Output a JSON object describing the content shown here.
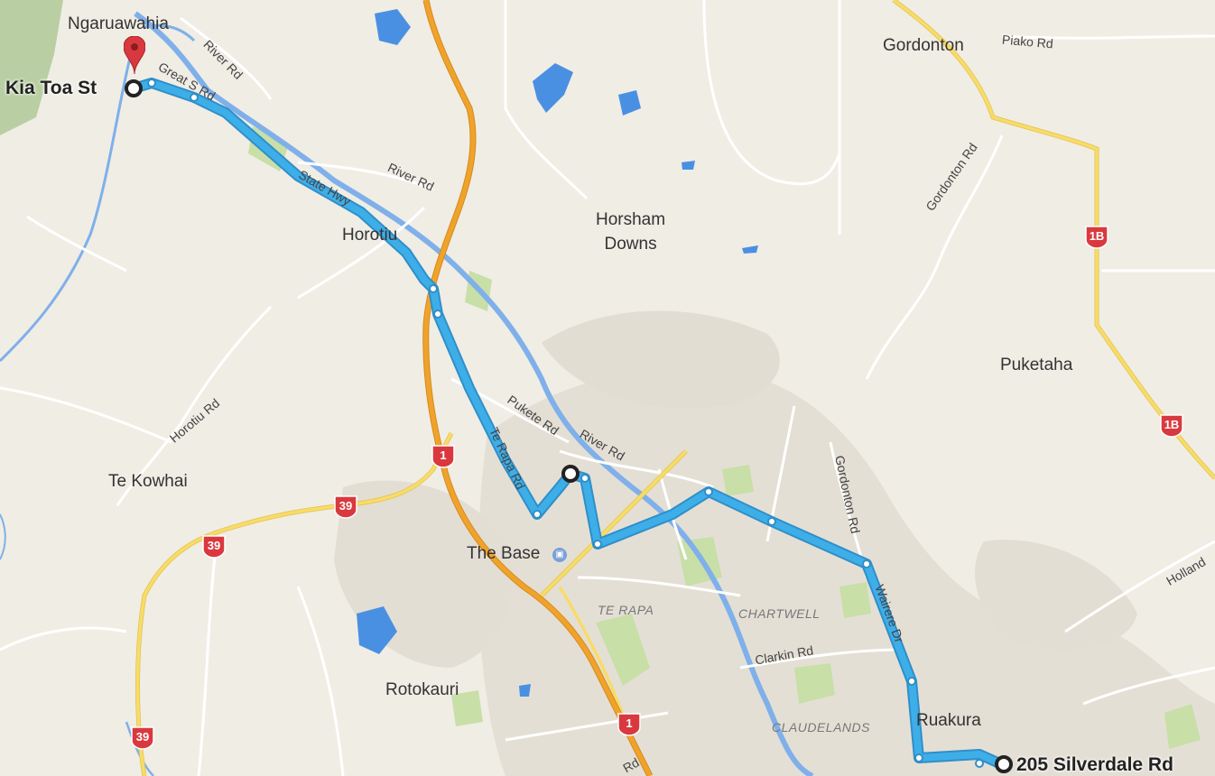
{
  "colors": {
    "land": "#f0ede5",
    "urban": "#e2ddd3",
    "park": "#c8dfa8",
    "water": "#4a90e2",
    "river": "#7fb0ea",
    "route": "#3eaee8",
    "route_outline": "#2f8fc9",
    "motorway": "#f0a32a",
    "major_road": "#f7dc6a",
    "minor_road": "#ffffff",
    "marker": "#d9393e"
  },
  "route": {
    "start": "Kia Toa St",
    "end": "205 Silverdale Rd"
  },
  "places": {
    "ngaruawahia": "Ngaruawahia",
    "gordonton": "Gordonton",
    "horotiu": "Horotiu",
    "horsham_downs": "Horsham\nDowns",
    "puketaha": "Puketaha",
    "te_kowhai": "Te Kowhai",
    "the_base": "The Base",
    "rotokauri": "Rotokauri",
    "ruakura": "Ruakura"
  },
  "districts": {
    "te_rapa": "TE RAPA",
    "chartwell": "CHARTWELL",
    "claudelands": "CLAUDELANDS"
  },
  "roads": {
    "river_rd_north": "River Rd",
    "great_s_rd": "Great S Rd",
    "river_rd_mid": "River Rd",
    "state_hwy": "State Hwy",
    "piako_rd": "Piako Rd",
    "gordonton_rd_north": "Gordonton Rd",
    "horotiu_rd": "Horotiu Rd",
    "pukete_rd": "Pukete Rd",
    "river_rd_south": "River Rd",
    "te_rapa_rd": "Te Rapa Rd",
    "gordonton_rd_south": "Gordonton Rd",
    "wairere_dr": "Wairere Dr",
    "clarkin_rd": "Clarkin Rd",
    "holland": "Holland",
    "rd_bottom": "Rd"
  },
  "shields": {
    "1b_top": "1B",
    "1b_bottom": "1B",
    "1_mid": "1",
    "1_bottom": "1",
    "39_a": "39",
    "39_b": "39",
    "39_c": "39"
  },
  "icons": {
    "start_marker": "map-pin-icon",
    "mall": "shopping-bag-icon"
  }
}
